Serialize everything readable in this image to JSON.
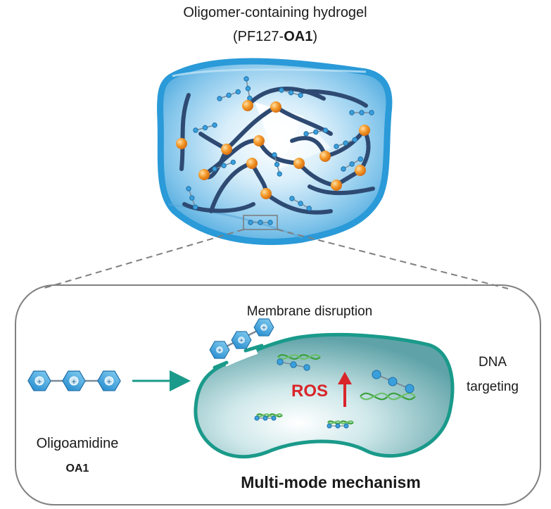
{
  "hydrogel": {
    "title": "Oligomer-containing hydrogel",
    "formula_open": "(PF127-",
    "formula_bold": "OA1",
    "formula_close": ")"
  },
  "mechanism": {
    "membrane_label": "Membrane disruption",
    "dna_label_line1": "DNA",
    "dna_label_line2": "targeting",
    "ros_label": "ROS",
    "footer": "Multi-mode mechanism"
  },
  "oligomer": {
    "name": "Oligoamidine",
    "code": "OA1",
    "charge_symbol": "+"
  },
  "colors": {
    "hydrogel_blue": "#2a9ad8",
    "node_orange": "#f59a2a",
    "chain_navy": "#2e4a72",
    "hexagon_blue": "#3aa0dc",
    "membrane_teal": "#1a9a8a",
    "ros_red": "#d9252a",
    "dna_green": "#3aa03a"
  }
}
